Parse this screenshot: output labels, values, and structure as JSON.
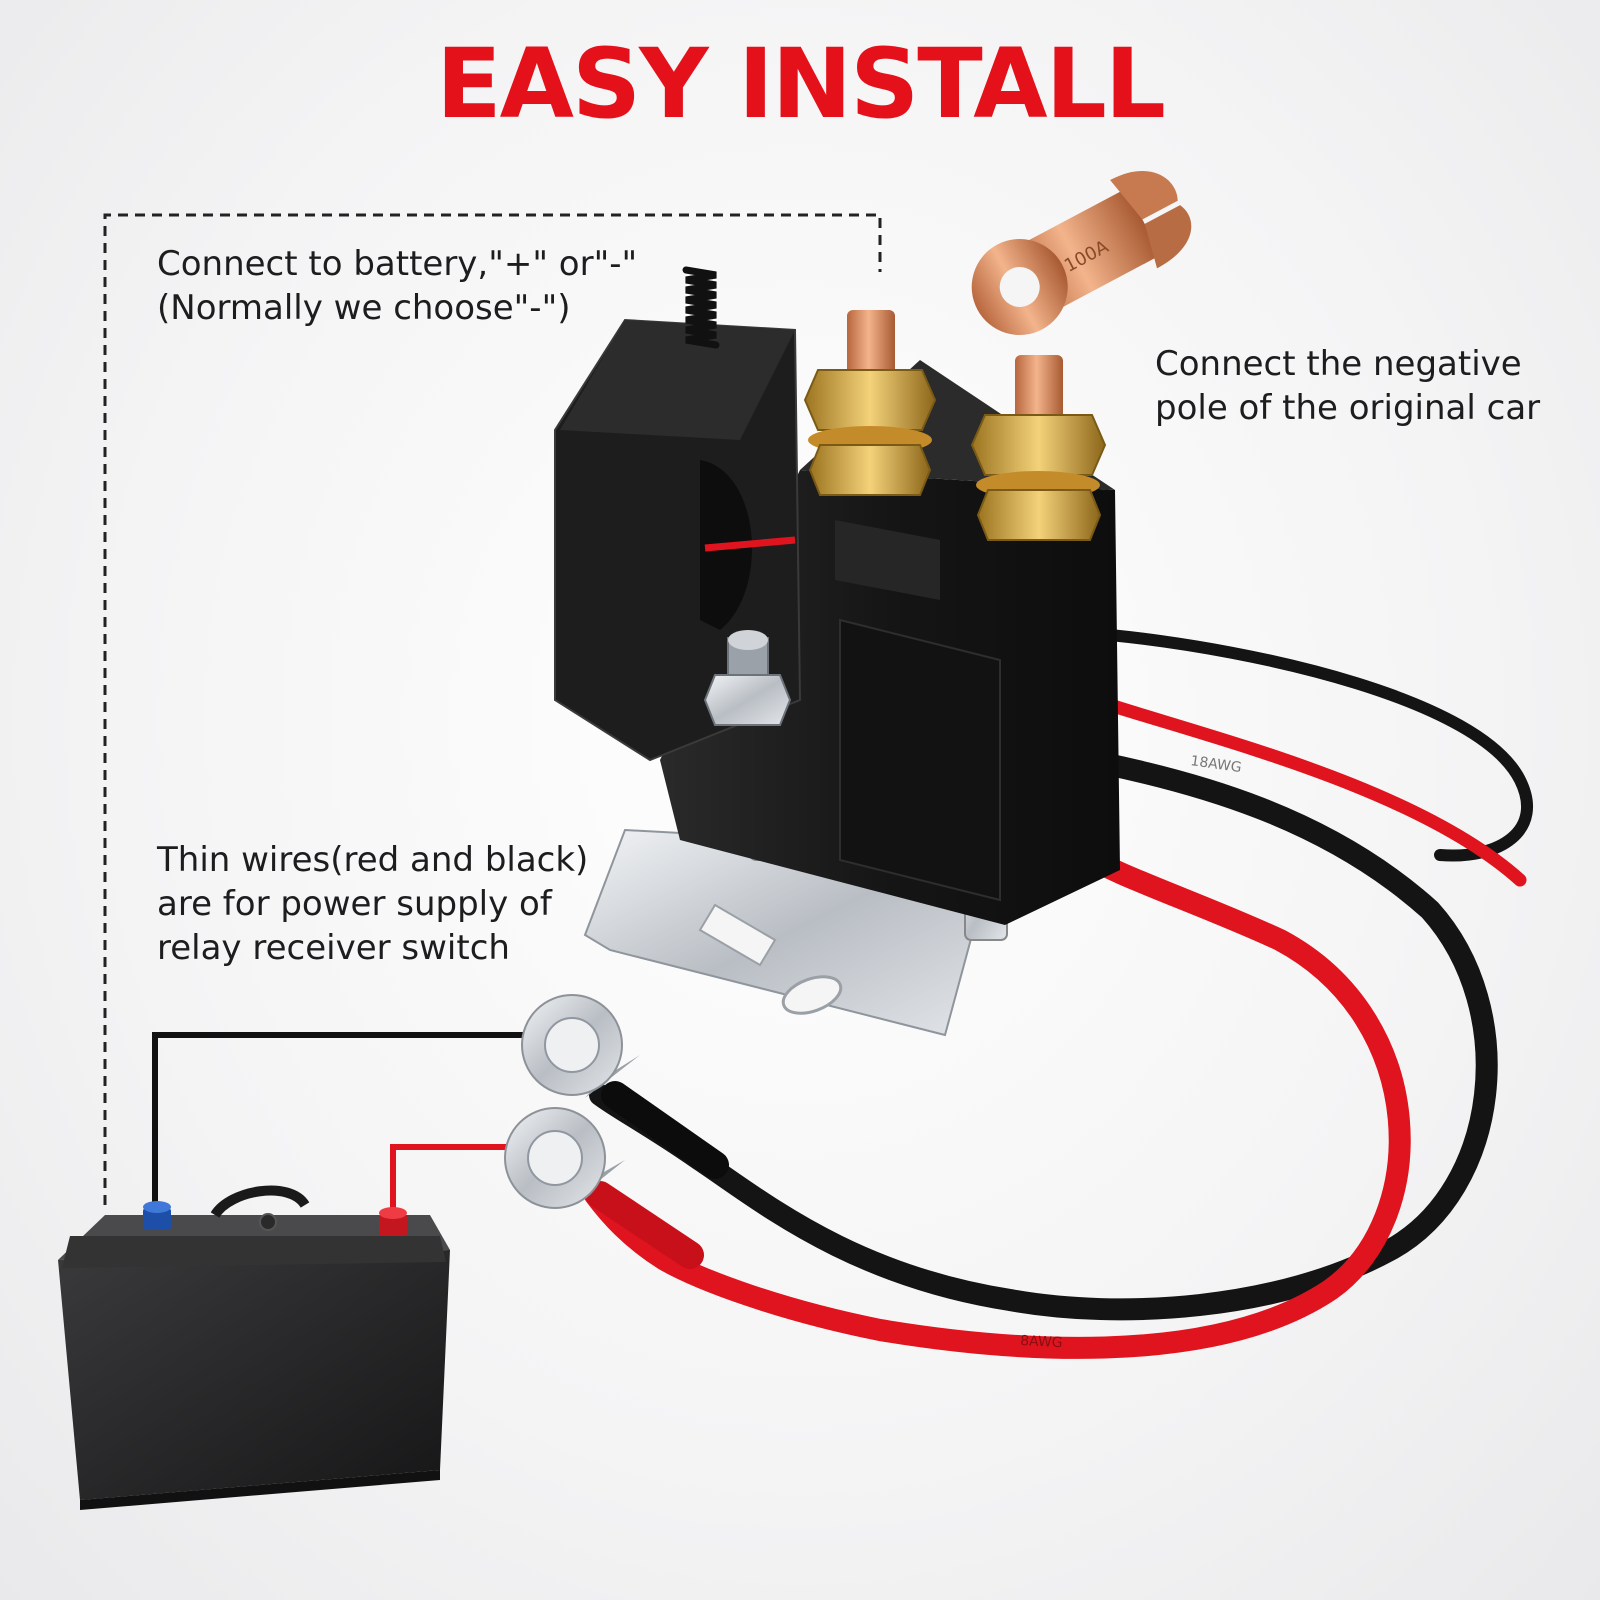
{
  "title": "EASY INSTALL",
  "notes": {
    "battery": [
      "Connect to battery,\"+\" or\"-\"",
      "(Normally we choose\"-\")"
    ],
    "negative": [
      "Connect the negative",
      "pole of the original car"
    ],
    "thin_wires": [
      "Thin wires(red and black)",
      "are for power supply of",
      "relay receiver switch"
    ]
  },
  "markings": {
    "lug": "100A",
    "wire_red": "8AWG",
    "wire_black": "18AWG"
  },
  "colors": {
    "title": "#e4111b",
    "wire_red": "#e0141e",
    "wire_black": "#141414",
    "copper": "#d98d63",
    "brass": "#d6a53a",
    "relay_body": "#1a1a1a"
  }
}
